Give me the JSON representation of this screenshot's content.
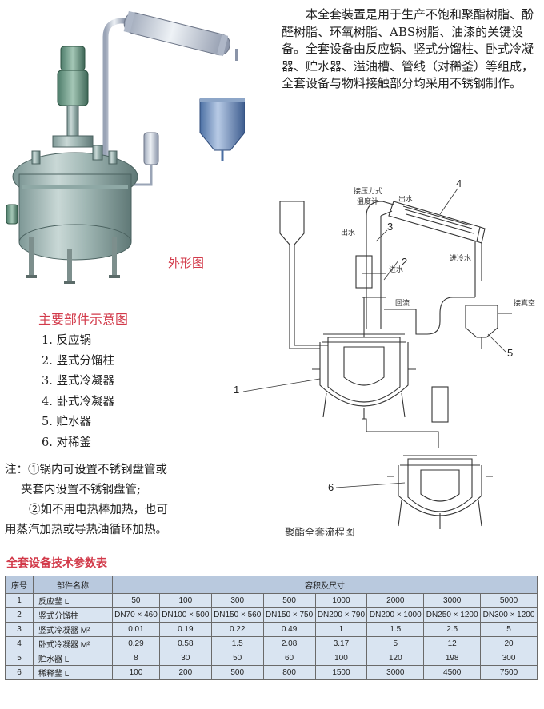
{
  "intro": "本全套装置是用于生产不饱和聚酯树脂、酚醛树脂、环氧树脂、ABS树脂、油漆的关键设备。全套设备由反应锅、竖式分馏柱、卧式冷凝器、贮水器、溢油槽、管线（对稀釜）等组成，全套设备与物料接触部分均采用不锈钢制作。",
  "photo_caption": "外形图",
  "parts_title": "主要部件示意图",
  "parts": [
    "1. 反应锅",
    "2. 竖式分馏柱",
    "3. 竖式冷凝器",
    "4. 卧式冷凝器",
    "5. 贮水器",
    "6. 对稀釜"
  ],
  "notes": {
    "line1": "注：①锅内可设置不锈钢盘管或",
    "line2": "夹套内设置不锈钢盘管;",
    "line3": "②如不用电热棒加热，也可",
    "line4": "用蒸汽加热或导热油循环加热。"
  },
  "diagram": {
    "caption": "聚酯全套流程图",
    "labels": {
      "pressure": "接压力式",
      "thermo": "温度计",
      "water_out_top": "出水",
      "water_out_left": "出水",
      "water_in_mid": "进水",
      "water_in_right": "进冷水",
      "reflux": "回流",
      "vacuum": "接真空"
    },
    "numbers": [
      "1",
      "2",
      "3",
      "4",
      "5",
      "6"
    ]
  },
  "table": {
    "title": "全套设备技术参数表",
    "headers": {
      "no": "序号",
      "name": "部件名称",
      "spec": "容积及尺寸"
    },
    "rows": [
      {
        "no": "1",
        "name": "反应釜 L",
        "values": [
          "50",
          "100",
          "300",
          "500",
          "1000",
          "2000",
          "3000",
          "5000"
        ]
      },
      {
        "no": "2",
        "name": "竖式分馏柱",
        "values": [
          "DN70 × 460",
          "DN100 × 500",
          "DN150 × 560",
          "DN150 × 750",
          "DN200 × 790",
          "DN200 × 1000",
          "DN250 × 1200",
          "DN300 × 1200"
        ]
      },
      {
        "no": "3",
        "name": "竖式冷凝器 M²",
        "values": [
          "0.01",
          "0.19",
          "0.22",
          "0.49",
          "1",
          "1.5",
          "2.5",
          "5"
        ]
      },
      {
        "no": "4",
        "name": "卧式冷凝器 M²",
        "values": [
          "0.29",
          "0.58",
          "1.5",
          "2.08",
          "3.17",
          "5",
          "12",
          "20"
        ]
      },
      {
        "no": "5",
        "name": "贮水器 L",
        "values": [
          "8",
          "30",
          "50",
          "60",
          "100",
          "120",
          "198",
          "300"
        ]
      },
      {
        "no": "6",
        "name": "稀释釜 L",
        "values": [
          "100",
          "200",
          "500",
          "800",
          "1500",
          "3000",
          "4500",
          "7500"
        ]
      }
    ]
  }
}
